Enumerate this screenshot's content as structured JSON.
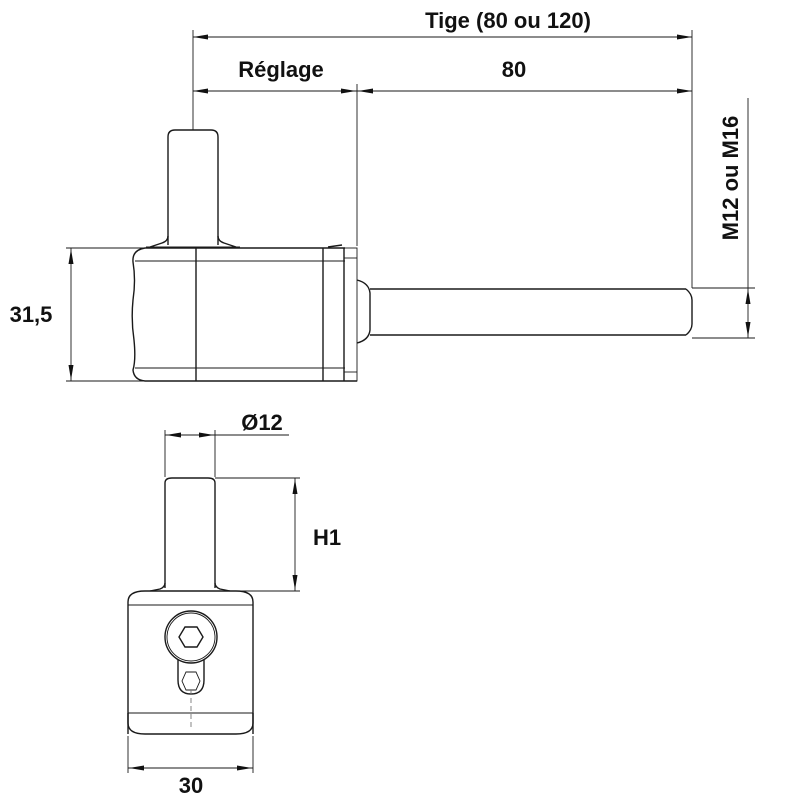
{
  "drawing": {
    "title": "Technical drawing – adjustable hinge pin (gond à régler)",
    "line_color": "#1a1a1a",
    "background": "#ffffff"
  },
  "dimensions": {
    "tige": "Tige (80 ou 120)",
    "reglage": "Réglage",
    "length_80": "80",
    "thread": "M12 ou M16",
    "height_body": "31,5",
    "diameter_pin": "Ø12",
    "h1": "H1",
    "width_body": "30"
  }
}
